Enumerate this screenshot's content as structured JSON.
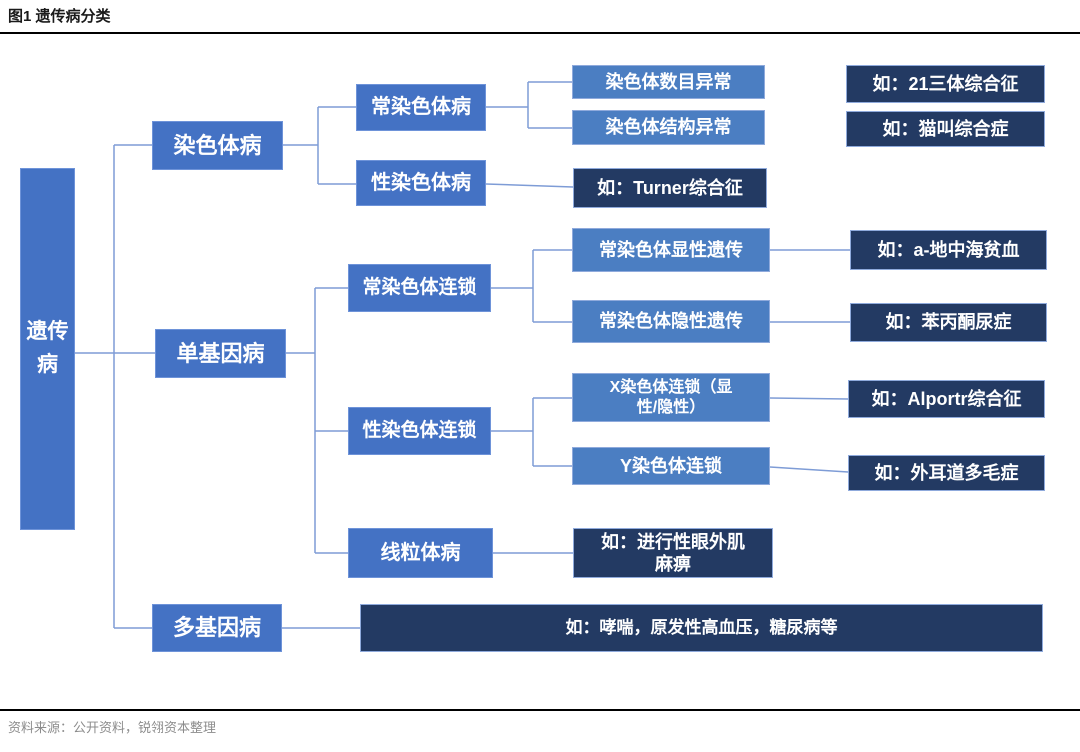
{
  "header": {
    "title": "图1 遗传病分类"
  },
  "footer": {
    "source": "资料来源：公开资料，锐翎资本整理"
  },
  "colors": {
    "primary_blue": "#4472C4",
    "light_blue": "#4B7EC2",
    "dark_navy": "#233A63",
    "connector_line": "#7E9CD6",
    "rule_line": "#000000"
  },
  "tree": {
    "root": {
      "label": "遗传病"
    },
    "nodes": {
      "chromosome": {
        "label": "染色体病"
      },
      "single_gene": {
        "label": "单基因病"
      },
      "poly_gene": {
        "label": "多基因病"
      },
      "autosomal": {
        "label": "常染色体病"
      },
      "sex_chromosome": {
        "label": "性染色体病"
      },
      "autosomal_linkage": {
        "label": "常染色体连锁"
      },
      "sex_linkage": {
        "label": "性染色体连锁"
      },
      "mitochondrial": {
        "label": "线粒体病"
      },
      "number_abnormal": {
        "label": "染色体数目异常"
      },
      "structure_abnormal": {
        "label": "染色体结构异常"
      },
      "autosomal_dominant": {
        "label": "常染色体显性遗传"
      },
      "autosomal_recessive": {
        "label": "常染色体隐性遗传"
      },
      "x_linked": {
        "label": "X染色体连锁（显\n性/隐性）"
      },
      "y_linked": {
        "label": "Y染色体连锁"
      }
    },
    "examples": {
      "trisomy21": {
        "label": "如：21三体综合征"
      },
      "cri_du_chat": {
        "label": "如：猫叫综合症"
      },
      "turner": {
        "label": "如：Turner综合征"
      },
      "thalassemia": {
        "label": "如：a-地中海贫血"
      },
      "pku": {
        "label": "如：苯丙酮尿症"
      },
      "alport": {
        "label": "如：Alportr综合征"
      },
      "hairy_ear": {
        "label": "如：外耳道多毛症"
      },
      "ophthalmoplegia": {
        "label": "如：进行性眼外肌\n麻痹"
      },
      "polygenic": {
        "label": "如：哮喘，原发性高血压，糖尿病等"
      }
    }
  }
}
